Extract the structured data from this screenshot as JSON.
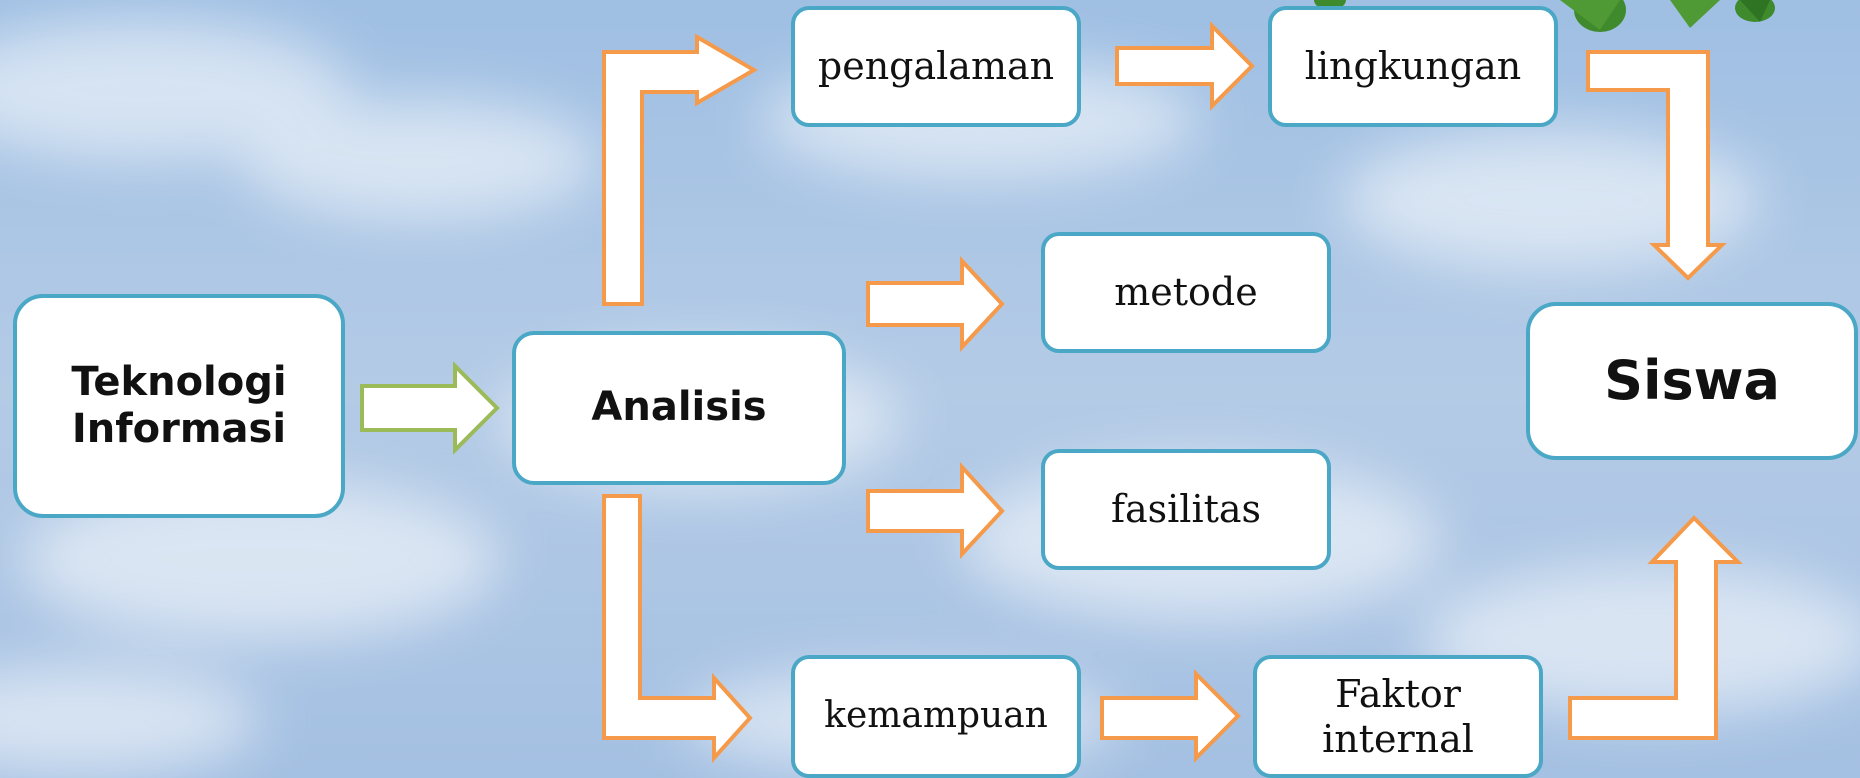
{
  "colors": {
    "node_fill": "#ffffff",
    "node_border": "#4aa8c6",
    "arrow_orange": "#f59a4a",
    "arrow_green": "#9bbb59",
    "sky": "#a9c4e4",
    "leaves": "#3f8a2c"
  },
  "nodes": {
    "teknologi": "Teknologi\nInformasi",
    "analisis": "Analisis",
    "pengalaman": "pengalaman",
    "lingkungan": "lingkungan",
    "metode": "metode",
    "fasilitas": "fasilitas",
    "kemampuan": "kemampuan",
    "faktor": "Faktor\ninternal",
    "siswa": "Siswa"
  }
}
